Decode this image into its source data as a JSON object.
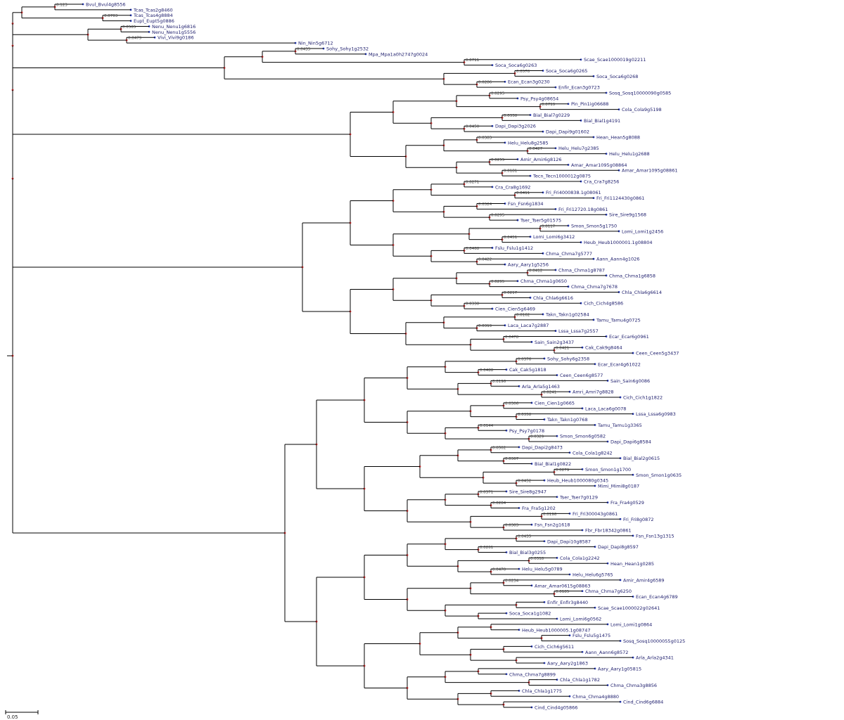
{
  "colors": {
    "branch": "#000000",
    "tip_dot": "#2b3fbf",
    "node_dot": "#b22222",
    "label": "#1b1b6b",
    "support": "#444444"
  },
  "scale_bar": {
    "label": "0.05",
    "value": 0.05
  },
  "tips": [
    "Bvul_Bvul4g8556",
    "Tcas_Tcas2g8460",
    "Tcas_Tcas4g8884",
    "Eupt_Eupt5g0886",
    "Nenu_Nenu1g6816",
    "Nenu_Nenu1g5556",
    "Vivi_Vivi9g0186",
    "Nin_Nin5g6712",
    "Sohy_Sohy1g2532",
    "Mpa_Mpa1a0h2747g0024",
    "Scae_Scae1000019g02211",
    "Soca_Soca6g0263",
    "Soca_Soca6g0265",
    "Soca_Soca6g0268",
    "Ecan_Ecan3g0230",
    "Enfir_Ecan3g0723",
    "Sosq_Sosq10000090g0585",
    "Psy_Psy4g08654",
    "Pin_Pin1ig06688",
    "Cola_Cola9g5198",
    "Bial_Bial7g0229",
    "Bial_Bial1g4191",
    "Dapi_Dapi3g2026",
    "Dapi_Dapi9g01602",
    "Hean_Hean5g8088",
    "Helu_Helu8g2585",
    "Helu_Helu7g2385",
    "Helu_Helu1g2688",
    "Amir_Amir6g8126",
    "Amar_Amar1095g08864",
    "Amar_Amar1095g08861",
    "Tecn_Tecn1000012g0875",
    "Cra_Cra7g8256",
    "Cra_Cra8g1692",
    "Fri_Fri4000838.1g08061",
    "Fri_Fri1124430g0861",
    "Fsn_Fsn6g1834",
    "Fri_Fri12720.18g0861",
    "Sire_Sire9g1568",
    "Tser_Tser5g01575",
    "Smon_Smon5g1750",
    "Lomi_Lomi1g2456",
    "Lomi_Lomi6g3412",
    "Heub_Heub1000001.1g08804",
    "Fslu_Fslu1g1412",
    "Chma_Chma7g5777",
    "Aann_Aann4g1026",
    "Aary_Aary1g5256",
    "Chma_Chma1g8787",
    "Chma_Chma1g6858",
    "Chma_Chma1g0650",
    "Chma_Chma7g7678",
    "Chla_Chla6g6614",
    "Chla_Chla6g6616",
    "Cich_Cich4g8586",
    "Cien_Cien5g6469",
    "Takn_Takn1g02584",
    "Tamu_Tamu4g0725",
    "Laca_Laca7g2887",
    "Lssa_Lssa7g2557",
    "Ecar_Ecar6g0961",
    "Sain_Sain2g3437",
    "Cak_Cak9g8464",
    "Ceen_Ceen5g3437",
    "Sohy_Sohy6g2358",
    "Ecar_Ecar4g61022",
    "Cak_Cak5g1818",
    "Ceen_Ceen6g8577",
    "Sain_Sain6g0086",
    "Arla_Arla5g1463",
    "Amri_Amri7g8828",
    "Cich_Cich1g1822",
    "Cien_Cien1g0665",
    "Laca_Laca6g0078",
    "Lssa_Lssa6g0983",
    "Takn_Takn1g0768",
    "Tamu_Tamu1g3365",
    "Psy_Psy7g0178",
    "Smon_Smon6g0582",
    "Dapi_Dapi6g8584",
    "Dapi_Dapi2g8473",
    "Cola_Cola1g8242",
    "Bial_Bial2g0615",
    "Bial_Bial1g0822",
    "Smon_Smon1g1700",
    "Smon_Smon1g0635",
    "Heub_Heub1000080g0345",
    "Mimi_Mimi8g0187",
    "Sire_Sire8g2947",
    "Tser_Tser7g0129",
    "Fra_Fra4g0529",
    "Fra_Fra5g1202",
    "Fri_Fri300043g0861",
    "Fri_Fri8g0872",
    "Fsn_Fsn2g1618",
    "Fbr_Fbr18342g0861",
    "Fsn_Fsn13g1315",
    "Dapi_Dapi10g8587",
    "Dapi_Dapi8g8597",
    "Bial_Bial3g0255",
    "Cola_Cola1g2242",
    "Hean_Hean1g0285",
    "Helu_Helu5g0789",
    "Helu_Helu6g5765",
    "Amir_Amir4g6589",
    "Amar_Amar0615g08863",
    "Chma_Chma7g6250",
    "Ecan_Ecan4g6789",
    "Enfir_Enfir3g8440",
    "Scae_Scae1000022g02641",
    "Soca_Soca1g1082",
    "Lomi_Lomi6g0562",
    "Lomi_Lomi1g0864",
    "Heub_Heub1000005.1g08747",
    "Fslu_Fslu5g1475",
    "Sosq_Sosq10000055g0125",
    "Cich_Cich6g5611",
    "Aann_Aann6g8572",
    "Arla_Arla2g4341",
    "Aary_Aary2g1863",
    "Aary_Aary1g05815",
    "Chma_Chma7g8899",
    "Chla_Chla1g1782",
    "Chma_Chma3g8856",
    "Chla_Chla1g1775",
    "Chma_Chma4g8880",
    "Cind_Cind6g6884",
    "Cind_Cind4g05866"
  ],
  "support_values": [
    "0.123",
    "0.0703",
    "0.0565",
    "0.0479",
    "0.0435",
    "0.0711",
    "0.0570",
    "0.0286",
    "0.0295",
    "0.0719",
    "0.0338",
    "0.0450",
    "0.0383",
    "0.0427",
    "0.0255",
    "0.0181",
    "0.0271",
    "0.0411",
    "0.0524",
    "0.0295",
    "0.0117",
    "0.0451",
    "0.0468",
    "0.0422",
    "0.0412",
    "0.0295",
    "0.0217",
    "0.0338",
    "0.0162",
    "0.0319",
    "0.0478",
    "0.0421",
    "0.0376",
    "0.0488",
    "0.0196",
    "0.0241",
    "0.0306",
    "0.0358",
    "0.0144",
    "0.0329",
    "0.0502",
    "0.0367",
    "0.0279",
    "0.0452",
    "0.0371",
    "0.0284",
    "0.0196",
    "0.0383",
    "0.0435",
    "0.0261",
    "0.0318",
    "0.0470",
    "0.0234",
    "0.0185"
  ]
}
